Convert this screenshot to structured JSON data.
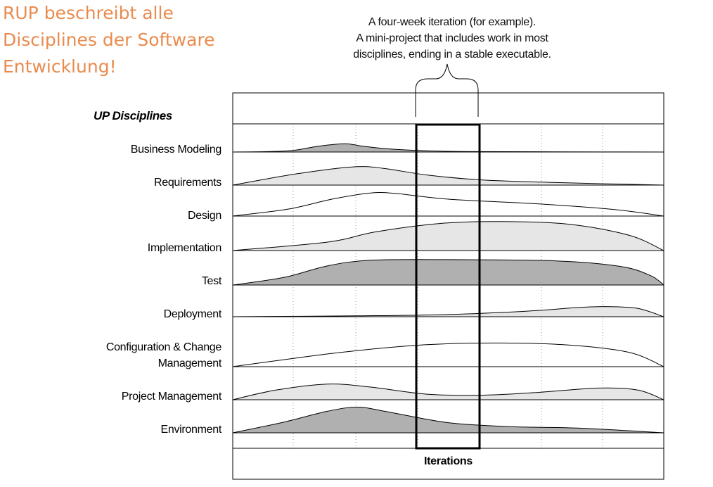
{
  "title": {
    "lines": [
      "RUP beschreibt alle",
      "Disciplines der Software",
      "Entwicklung!"
    ],
    "color": "#e98b4e"
  },
  "annotation": {
    "lines": [
      "A four-week iteration (for example).",
      "A mini-project that includes work in most",
      "disciplines, ending in a stable executable."
    ]
  },
  "disciplines_heading": "UP Disciplines",
  "x_axis_label": "Iterations",
  "disciplines": [
    {
      "id": "business-modeling",
      "label": [
        "Business Modeling"
      ],
      "fill": "dark",
      "profile": [
        [
          0,
          0
        ],
        [
          0.08,
          0.02
        ],
        [
          0.14,
          0.08
        ],
        [
          0.2,
          0.3
        ],
        [
          0.26,
          0.42
        ],
        [
          0.3,
          0.3
        ],
        [
          0.36,
          0.16
        ],
        [
          0.45,
          0.06
        ],
        [
          0.55,
          0.02
        ],
        [
          0.75,
          0.01
        ],
        [
          1,
          0
        ]
      ]
    },
    {
      "id": "requirements",
      "label": [
        "Requirements"
      ],
      "fill": "light",
      "profile": [
        [
          0,
          0
        ],
        [
          0.15,
          0.45
        ],
        [
          0.28,
          0.72
        ],
        [
          0.35,
          0.66
        ],
        [
          0.45,
          0.4
        ],
        [
          0.58,
          0.2
        ],
        [
          0.75,
          0.1
        ],
        [
          1,
          0
        ]
      ]
    },
    {
      "id": "design",
      "label": [
        "Design"
      ],
      "fill": "none",
      "profile": [
        [
          0,
          0
        ],
        [
          0.13,
          0.25
        ],
        [
          0.23,
          0.6
        ],
        [
          0.32,
          0.82
        ],
        [
          0.38,
          0.8
        ],
        [
          0.5,
          0.6
        ],
        [
          0.7,
          0.44
        ],
        [
          0.88,
          0.24
        ],
        [
          1,
          0
        ]
      ]
    },
    {
      "id": "implementation",
      "label": [
        "Implementation"
      ],
      "fill": "light",
      "profile": [
        [
          0,
          0
        ],
        [
          0.22,
          0.25
        ],
        [
          0.33,
          0.55
        ],
        [
          0.48,
          0.8
        ],
        [
          0.62,
          0.86
        ],
        [
          0.78,
          0.78
        ],
        [
          0.92,
          0.45
        ],
        [
          1,
          0
        ]
      ]
    },
    {
      "id": "test",
      "label": [
        "Test"
      ],
      "fill": "dark",
      "profile": [
        [
          0,
          0
        ],
        [
          0.12,
          0.25
        ],
        [
          0.22,
          0.62
        ],
        [
          0.32,
          0.8
        ],
        [
          0.5,
          0.82
        ],
        [
          0.75,
          0.78
        ],
        [
          0.9,
          0.6
        ],
        [
          0.97,
          0.3
        ],
        [
          1,
          0
        ]
      ]
    },
    {
      "id": "deployment",
      "label": [
        "Deployment"
      ],
      "fill": "light",
      "profile": [
        [
          0,
          0
        ],
        [
          0.3,
          0.05
        ],
        [
          0.5,
          0.12
        ],
        [
          0.68,
          0.3
        ],
        [
          0.8,
          0.5
        ],
        [
          0.87,
          0.55
        ],
        [
          0.94,
          0.45
        ],
        [
          1,
          0
        ]
      ]
    },
    {
      "id": "configuration-change-management",
      "label": [
        "Configuration & Change",
        "Management"
      ],
      "fill": "none",
      "profile": [
        [
          0,
          0
        ],
        [
          0.25,
          0.42
        ],
        [
          0.45,
          0.65
        ],
        [
          0.62,
          0.7
        ],
        [
          0.78,
          0.64
        ],
        [
          0.92,
          0.42
        ],
        [
          1,
          0
        ]
      ]
    },
    {
      "id": "project-management",
      "label": [
        "Project Management"
      ],
      "fill": "light",
      "profile": [
        [
          0,
          0
        ],
        [
          0.1,
          0.38
        ],
        [
          0.22,
          0.62
        ],
        [
          0.32,
          0.5
        ],
        [
          0.45,
          0.22
        ],
        [
          0.58,
          0.18
        ],
        [
          0.7,
          0.28
        ],
        [
          0.85,
          0.46
        ],
        [
          0.94,
          0.38
        ],
        [
          1,
          0
        ]
      ]
    },
    {
      "id": "environment",
      "label": [
        "Environment"
      ],
      "fill": "dark",
      "profile": [
        [
          0,
          0
        ],
        [
          0.12,
          0.32
        ],
        [
          0.22,
          0.64
        ],
        [
          0.29,
          0.76
        ],
        [
          0.36,
          0.62
        ],
        [
          0.5,
          0.3
        ],
        [
          0.65,
          0.18
        ],
        [
          0.8,
          0.14
        ],
        [
          1,
          0
        ]
      ]
    }
  ],
  "colors": {
    "dark": "#b0b0b0",
    "light": "#e6e6e6",
    "line": "#000000",
    "grid": "#9a9a9a"
  }
}
